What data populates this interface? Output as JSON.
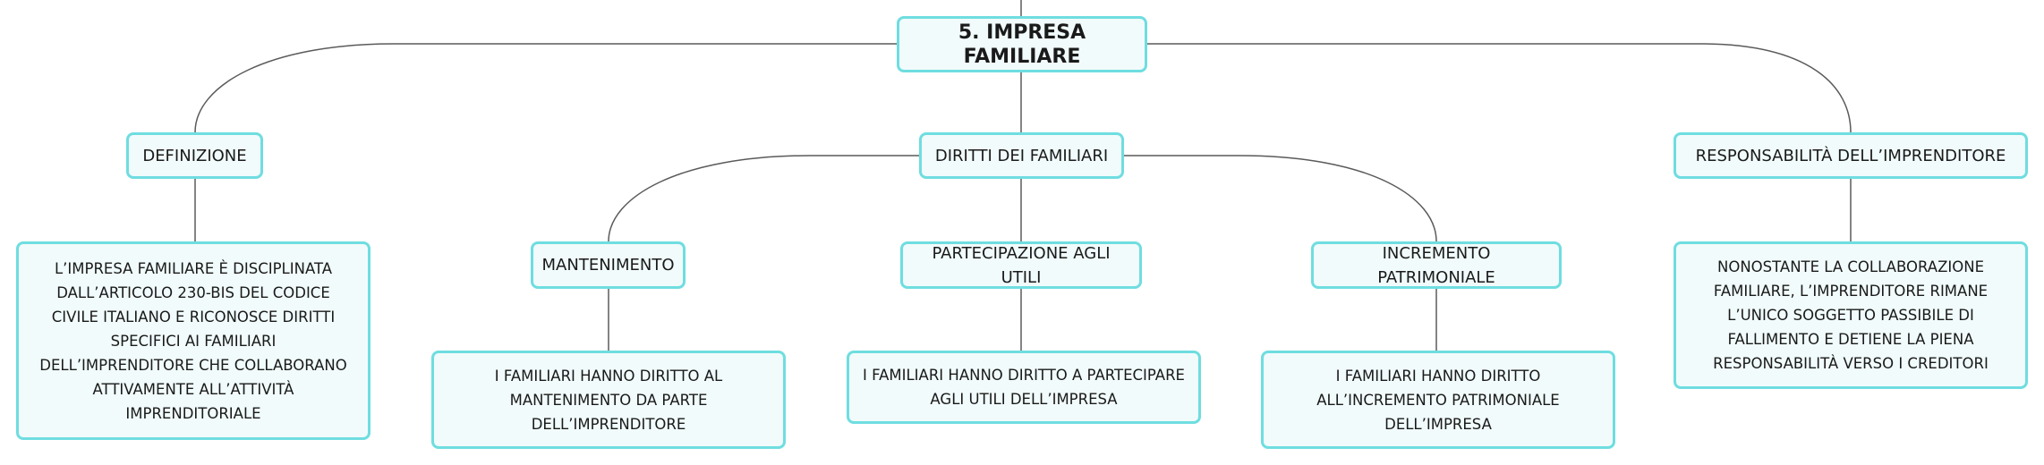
{
  "diagram": {
    "root": {
      "label": "5. IMPRESA FAMILIARE"
    },
    "branches": {
      "definizione": {
        "label": "DEFINIZIONE",
        "detail": "L’IMPRESA FAMILIARE È DISCIPLINATA DALL’ARTICOLO 230-BIS DEL CODICE CIVILE ITALIANO E RICONOSCE DIRITTI SPECIFICI AI FAMILIARI DELL’IMPRENDITORE CHE COLLABORANO ATTIVAMENTE ALL’ATTIVITÀ IMPRENDITORIALE"
      },
      "diritti": {
        "label": "DIRITTI DEI FAMILIARI",
        "children": [
          {
            "label": "MANTENIMENTO",
            "detail": "I FAMILIARI HANNO DIRITTO AL MANTENIMENTO DA PARTE DELL’IMPRENDITORE"
          },
          {
            "label": "PARTECIPAZIONE AGLI UTILI",
            "detail": "I FAMILIARI HANNO DIRITTO A PARTECIPARE AGLI UTILI DELL’IMPRESA"
          },
          {
            "label": "INCREMENTO PATRIMONIALE",
            "detail": "I FAMILIARI HANNO DIRITTO ALL’INCREMENTO PATRIMONIALE DELL’IMPRESA"
          }
        ]
      },
      "responsabilita": {
        "label": "RESPONSABILITÀ DELL’IMPRENDITORE",
        "detail": "NONOSTANTE LA COLLABORAZIONE FAMILIARE, L’IMPRENDITORE RIMANE L’UNICO SOGGETTO PASSIBILE DI FALLIMENTO E DETIENE LA PIENA RESPONSABILITÀ VERSO I CREDITORI"
      }
    },
    "colors": {
      "node_border": "#6fdde0",
      "node_fill": "#f1fbfb",
      "connector": "#5a5a5a"
    }
  }
}
